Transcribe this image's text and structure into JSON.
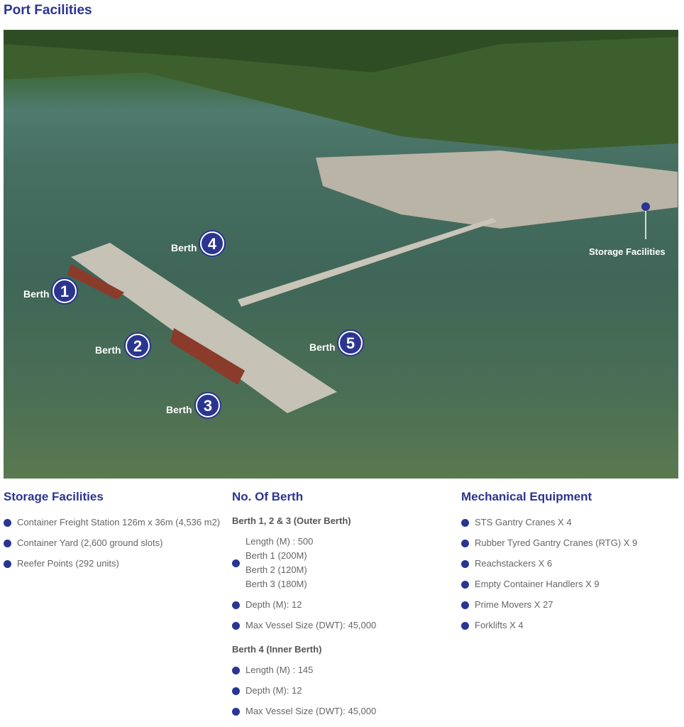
{
  "title": "Port Facilities",
  "photo": {
    "labels": {
      "berth": "Berth",
      "n1": "1",
      "n2": "2",
      "n3": "3",
      "n4": "4",
      "n5": "5",
      "storage": "Storage Facilities"
    }
  },
  "storage": {
    "heading": "Storage Facilities",
    "items": [
      "Container Freight Station 126m x 36m (4,536 m2)",
      "Container Yard (2,600 ground slots)",
      "Reefer Points (292 units)"
    ]
  },
  "berths": {
    "heading": "No. Of Berth",
    "outer": {
      "title": "Berth 1, 2 & 3 (Outer Berth)",
      "length_lines": [
        "Length (M) : 500",
        "Berth 1 (200M)",
        "Berth 2 (120M)",
        "Berth 3 (180M)"
      ],
      "depth": "Depth (M): 12",
      "vessel": "Max Vessel Size (DWT): 45,000"
    },
    "inner": {
      "title": "Berth 4 (Inner Berth)",
      "length": "Length (M) : 145",
      "depth": "Depth (M): 12",
      "vessel": "Max Vessel Size (DWT): 45,000"
    }
  },
  "equipment": {
    "heading": "Mechanical Equipment",
    "items": [
      "STS Gantry Cranes X 4",
      "Rubber Tyred Gantry Cranes (RTG) X 9",
      "Reachstackers X 6",
      "Empty Container Handlers X 9",
      "Prime Movers X 27",
      "Forklifts X 4"
    ]
  },
  "colors": {
    "accent": "#2b3590",
    "bullet": "#283593"
  }
}
